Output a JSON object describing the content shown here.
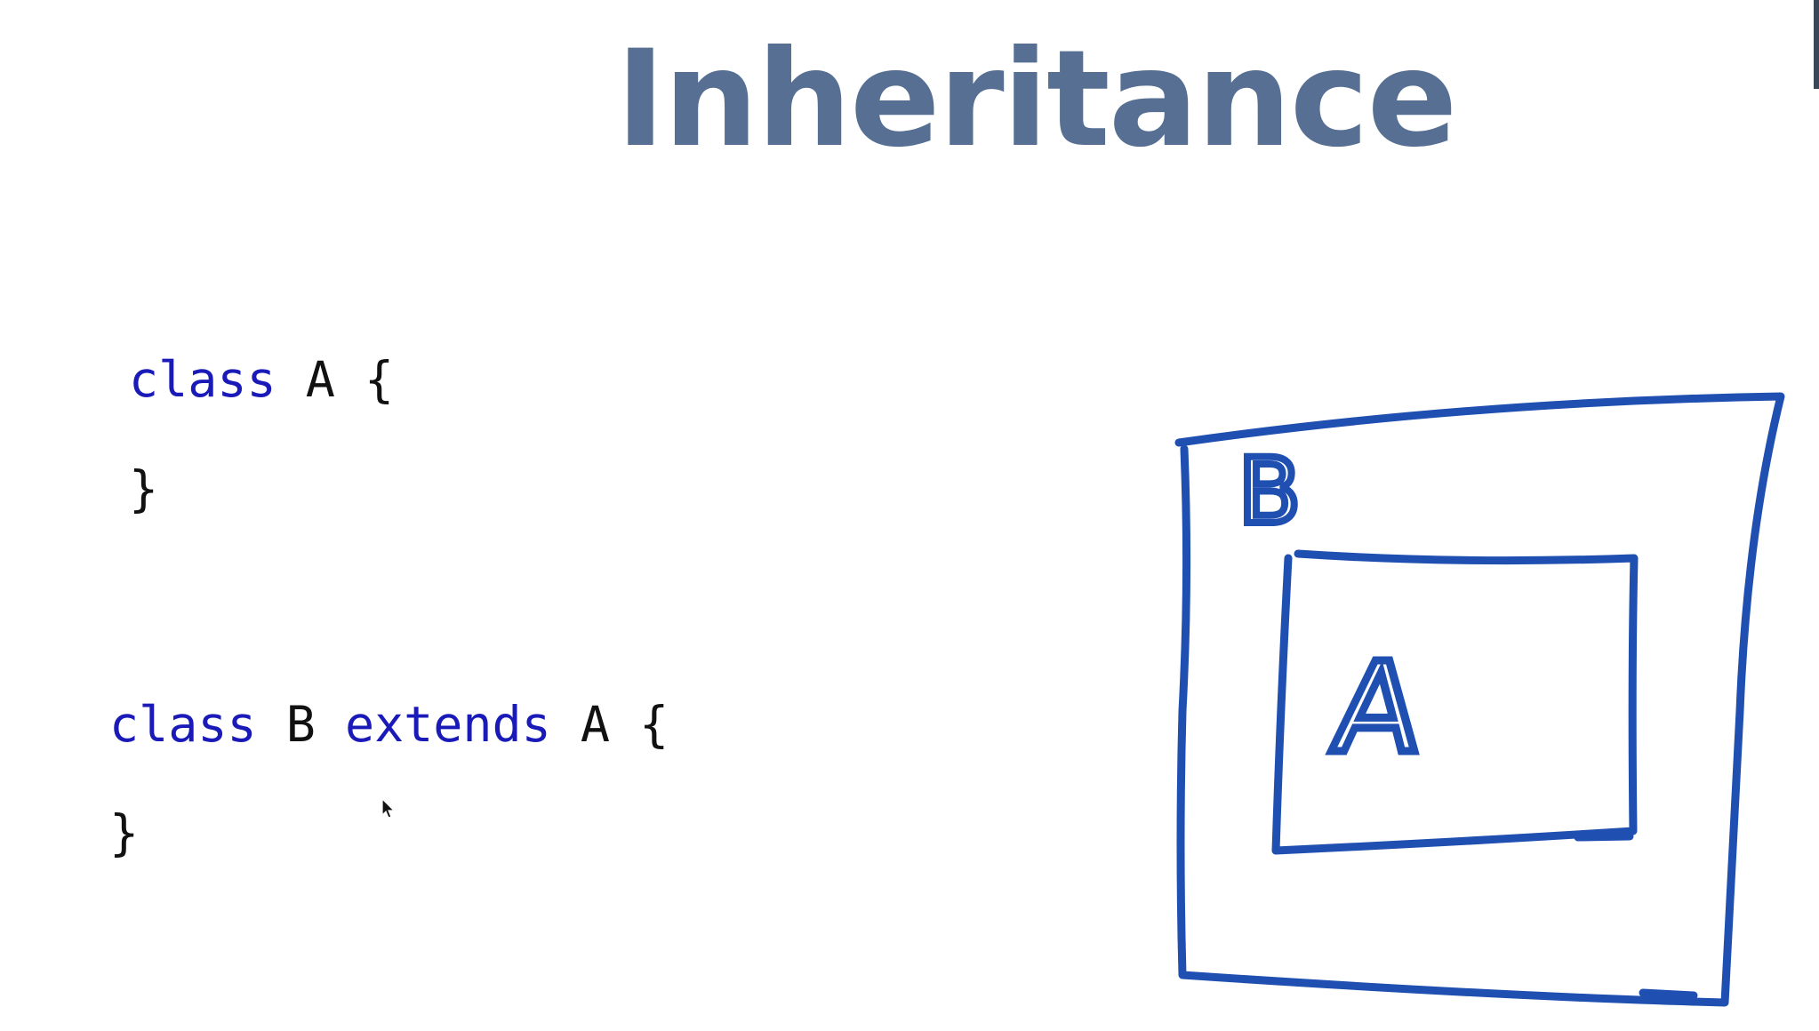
{
  "slide": {
    "title": "Inheritance"
  },
  "code": {
    "class_a": {
      "keyword": "class",
      "name": "A",
      "open_brace": "{",
      "close_brace": "}"
    },
    "class_b": {
      "keyword": "class",
      "name": "B",
      "extends_keyword": "extends",
      "parent": "A",
      "open_brace": "{",
      "close_brace": "}"
    }
  },
  "diagram": {
    "outer_label": "B",
    "inner_label": "A",
    "ink_color": "#1f4fb0"
  },
  "colors": {
    "title": "#566f93",
    "keyword": "#1a1ab8",
    "code_text": "#111111"
  },
  "icons": {
    "cursor": "mouse-pointer-icon"
  }
}
